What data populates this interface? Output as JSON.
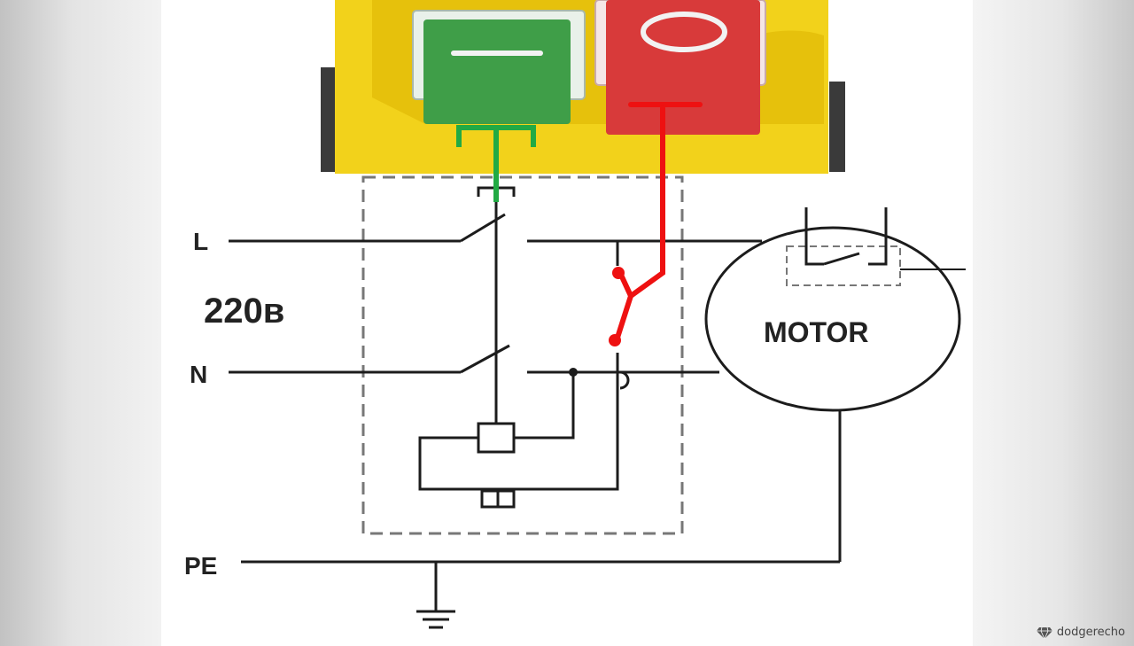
{
  "labels": {
    "line": "L",
    "neutral": "N",
    "earth": "PE",
    "voltage": "220в",
    "motor": "MOTOR"
  },
  "watermark": {
    "text": "dodgerecho",
    "icon": "diamond-icon"
  },
  "colors": {
    "start_button": "#3f9e48",
    "stop_button": "#d83a3a",
    "housing": "#f2d21b",
    "start_marker": "#22aa44",
    "stop_marker": "#ee1111",
    "wire": "#1c1c1c",
    "enclosure_dash": "#777777"
  }
}
